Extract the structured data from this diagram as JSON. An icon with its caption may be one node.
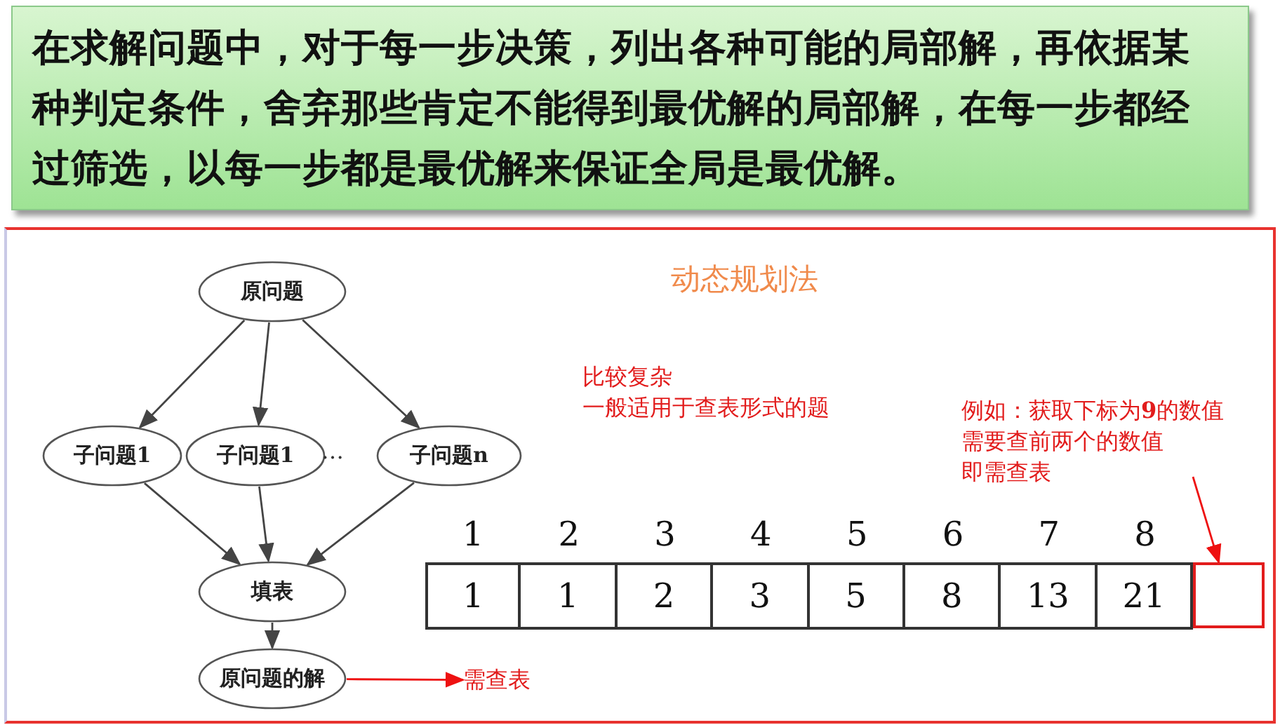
{
  "diagram": {
    "title": "在求解问题中，对于每一步决策，列出各种可能的局部解，再依据某种判定条件，舍弃那些肯定不能得到最优解的局部解，在每一步都经过筛选，以每一步都是最优解来保证全局是最优解。",
    "nodes": [
      {
        "text": [
          "原问题"
        ]
      },
      {
        "text": [
          "子问题1"
        ]
      },
      {
        "text": [
          "子问题1"
        ]
      },
      {
        "text": [
          "子问题n"
        ]
      },
      {
        "text": [
          "填表"
        ]
      },
      {
        "text": [
          "原问题的解"
        ]
      },
      {
        "text": [
          "需查表"
        ]
      },
      {
        "text": [
          "例如：获取下标为**9**的数值",
          "需要查前两个的数值",
          "即需查表"
        ]
      },
      {
        "text": [],
        "shape": "box"
      }
    ],
    "edges": [
      {
        "from": 0,
        "to": 1,
        "arrow": "to"
      },
      {
        "from": 0,
        "to": 2,
        "arrow": "to"
      },
      {
        "from": 0,
        "to": 3,
        "arrow": "to"
      },
      {
        "from": 1,
        "to": 4,
        "arrow": "to"
      },
      {
        "from": 2,
        "to": 4,
        "arrow": "to"
      },
      {
        "from": 3,
        "to": 4,
        "arrow": "to"
      },
      {
        "from": 4,
        "to": 5,
        "arrow": "to"
      },
      {
        "from": 5,
        "to": 6,
        "arrow": "to",
        "color": "#ee1111"
      },
      {
        "from": 7,
        "to": 8,
        "arrow": "to",
        "color": "#ee1111"
      }
    ],
    "labels": [
      "动态规划法",
      "比较复杂",
      "一般适用于查表形式的题",
      "…",
      "1",
      "2",
      "3",
      "4",
      "5",
      "6",
      "7",
      "8",
      "1",
      "1",
      "2",
      "3",
      "5",
      "8",
      "13",
      "21"
    ]
  }
}
